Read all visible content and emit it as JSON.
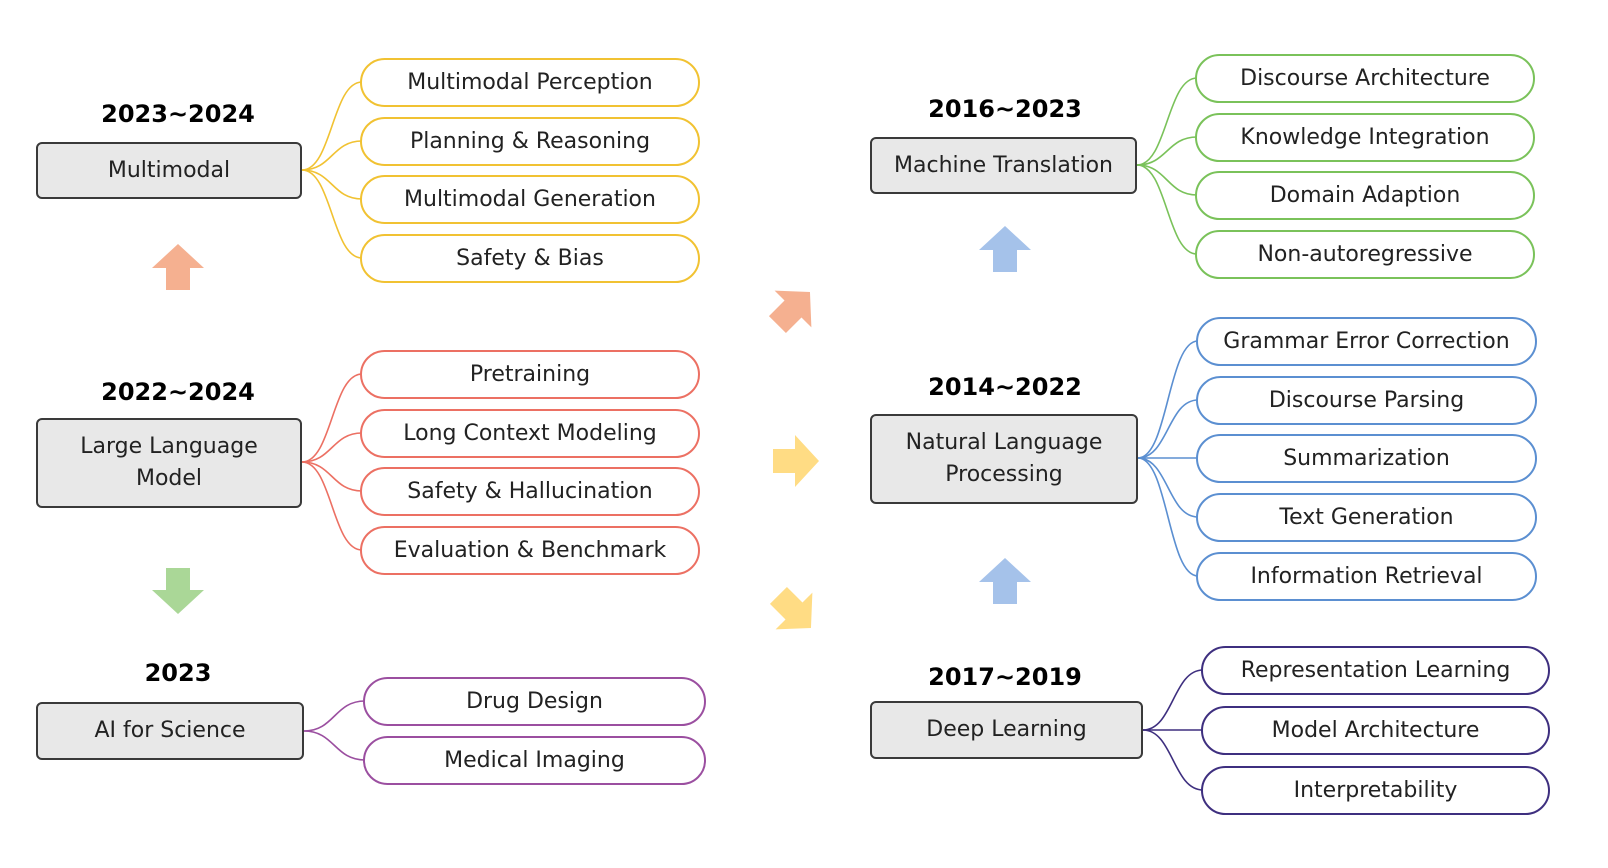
{
  "colors": {
    "multimodal": "#f1c232",
    "llm": "#ec7063",
    "ai_science": "#9b4fa0",
    "mt": "#7ac25a",
    "nlp": "#5b8fd1",
    "dl": "#3e2f7f",
    "arrow_orange": "#f4a987",
    "arrow_blue": "#9dbde8",
    "arrow_green": "#a3d48e",
    "arrow_yellow": "#ffd97a"
  },
  "groups": {
    "multimodal": {
      "year": "2023~2024",
      "title": "Multimodal",
      "items": [
        "Multimodal Perception",
        "Planning & Reasoning",
        "Multimodal Generation",
        "Safety & Bias"
      ]
    },
    "llm": {
      "year": "2022~2024",
      "title": "Large Language Model",
      "items": [
        "Pretraining",
        "Long Context Modeling",
        "Safety & Hallucination",
        "Evaluation & Benchmark"
      ]
    },
    "ai_science": {
      "year": "2023",
      "title": "AI for Science",
      "items": [
        "Drug Design",
        "Medical Imaging"
      ]
    },
    "mt": {
      "year": "2016~2023",
      "title": "Machine Translation",
      "items": [
        "Discourse Architecture",
        "Knowledge Integration",
        "Domain Adaption",
        "Non-autoregressive"
      ]
    },
    "nlp": {
      "year": "2014~2022",
      "title": "Natural Language Processing",
      "items": [
        "Grammar Error Correction",
        "Discourse Parsing",
        "Summarization",
        "Text Generation",
        "Information Retrieval"
      ]
    },
    "dl": {
      "year": "2017~2019",
      "title": "Deep Learning",
      "items": [
        "Representation Learning",
        "Model Architecture",
        "Interpretability"
      ]
    }
  }
}
